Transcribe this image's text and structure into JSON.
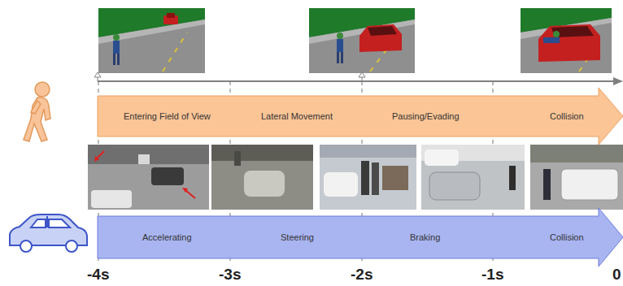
{
  "diagram": {
    "nodes": [
      {
        "text": [
          "Entering Field of View"
        ]
      },
      {
        "text": [
          "Lateral Movement"
        ]
      },
      {
        "text": [
          "Pausing/Evading"
        ]
      },
      {
        "text": [
          "Collision"
        ]
      },
      {
        "text": [
          "Accelerating"
        ]
      },
      {
        "text": [
          "Steering"
        ]
      },
      {
        "text": [
          "Braking"
        ]
      },
      {
        "text": [
          "Collision"
        ]
      }
    ],
    "edges": [],
    "labels": [
      "-4s",
      "-3s",
      "-2s",
      "-1s",
      "0"
    ]
  }
}
